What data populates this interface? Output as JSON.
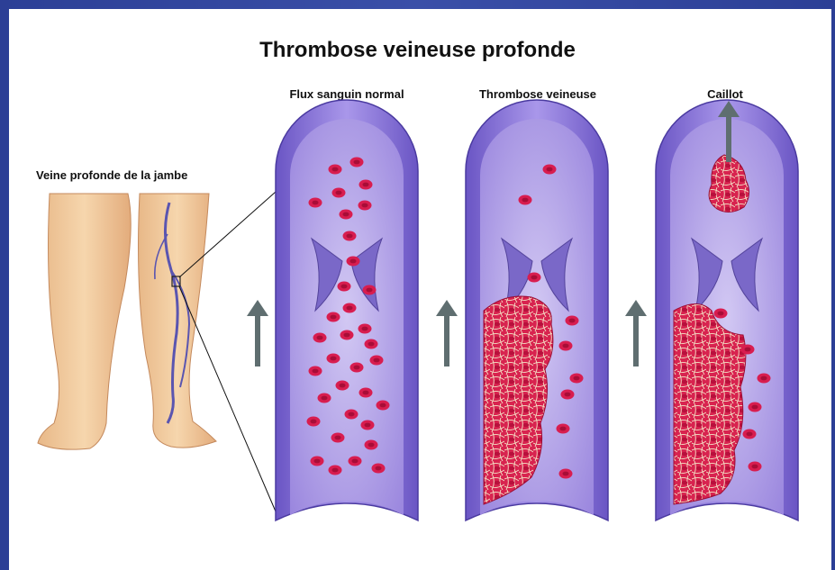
{
  "title": "Thrombose veineuse profonde",
  "labels": {
    "leg": "Veine profonde de la jambe",
    "normal": "Flux sanguin normal",
    "dvt": "Thrombose veineuse profonde",
    "clot": "Caillot"
  },
  "colors": {
    "background": "#2c3f96",
    "vein": "#8a73d6",
    "red_cell": "#d81d4f",
    "arrow": "#5f6e70",
    "skin": "#f0c89a"
  }
}
